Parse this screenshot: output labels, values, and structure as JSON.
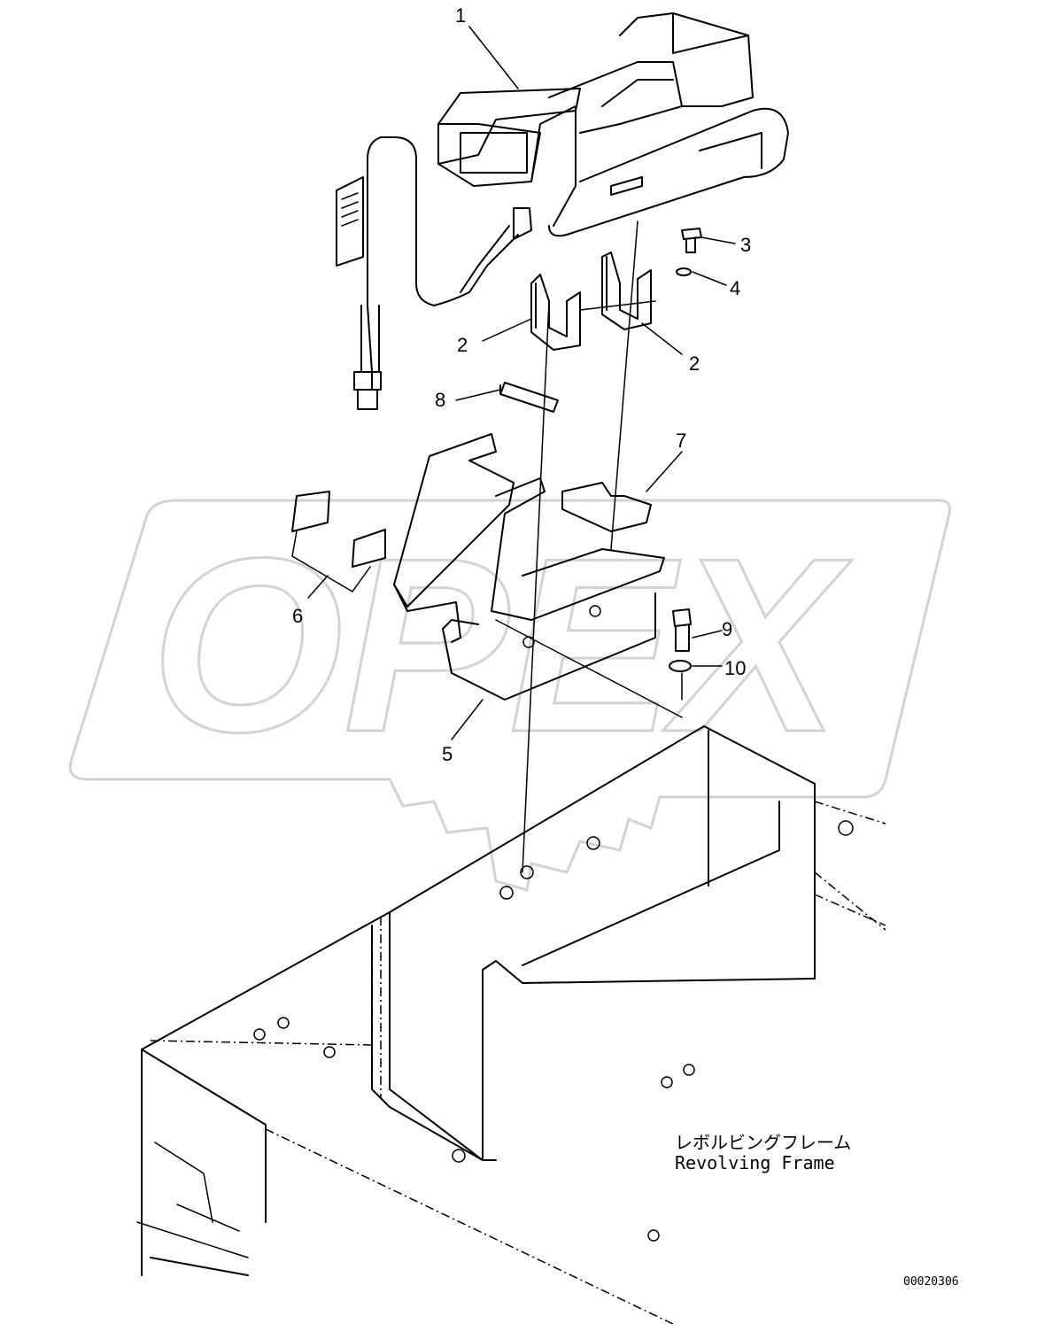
{
  "watermark": "OPEX",
  "callouts": [
    {
      "id": "1",
      "label": "1"
    },
    {
      "id": "2a",
      "label": "2"
    },
    {
      "id": "2b",
      "label": "2"
    },
    {
      "id": "3",
      "label": "3"
    },
    {
      "id": "4",
      "label": "4"
    },
    {
      "id": "5",
      "label": "5"
    },
    {
      "id": "6",
      "label": "6"
    },
    {
      "id": "7",
      "label": "7"
    },
    {
      "id": "8",
      "label": "8"
    },
    {
      "id": "9",
      "label": "9"
    },
    {
      "id": "10",
      "label": "10"
    }
  ],
  "frame_label_jp": "レボルビングフレーム",
  "frame_label_en": "Revolving Frame",
  "drawing_number": "00020306"
}
